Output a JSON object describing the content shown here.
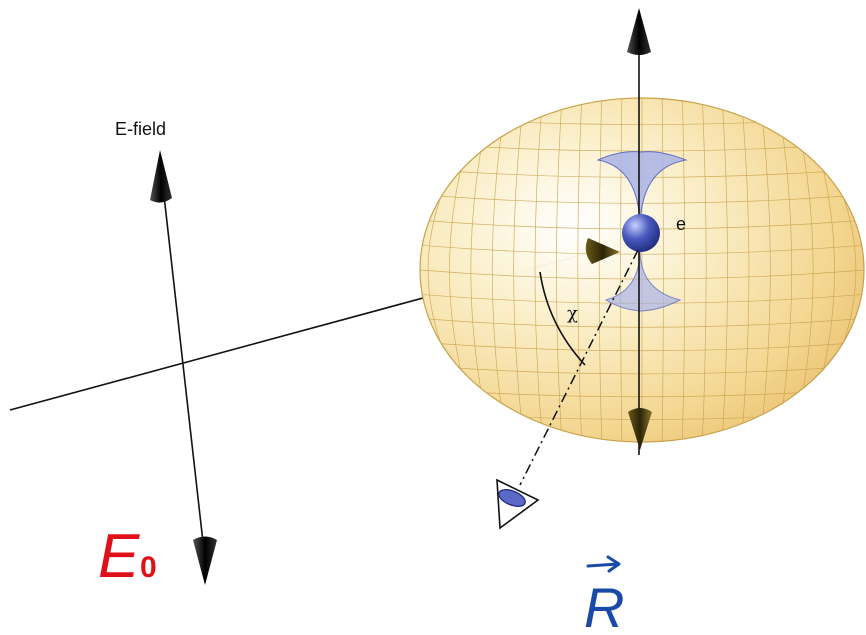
{
  "labels": {
    "efield": "E-field",
    "electron": "e",
    "angle": "χ",
    "e0_letter": "E",
    "e0_subscript": "0",
    "r_letter": "R"
  },
  "colors": {
    "torus_fill": "#f5dc9a",
    "torus_mesh": "#c9a24a",
    "electron": "#3a4ab0",
    "handwriting_red": "#e0101a",
    "handwriting_blue": "#1a4aa8",
    "ink": "#111111"
  }
}
